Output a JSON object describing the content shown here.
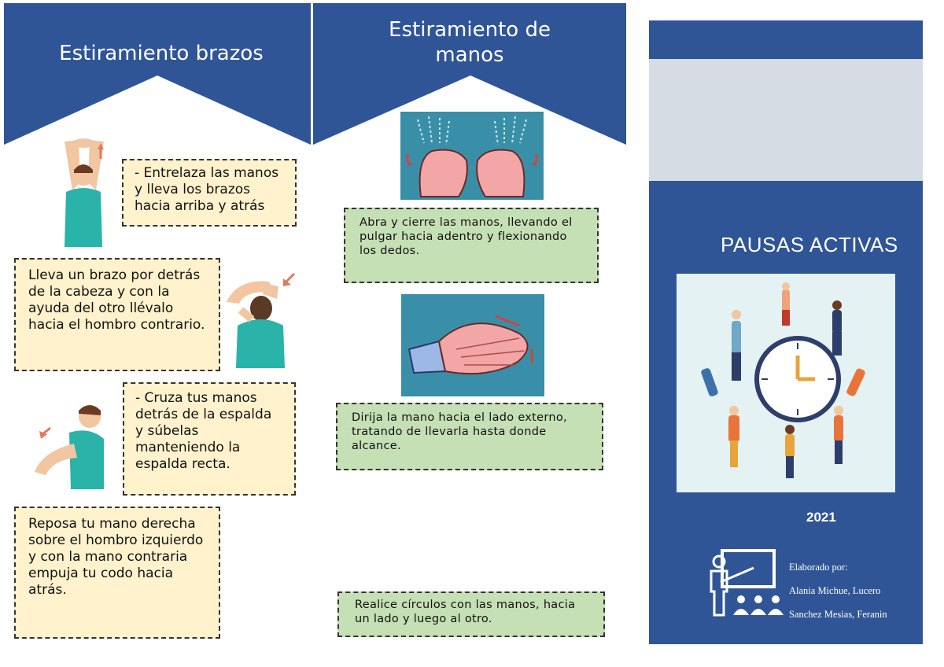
{
  "left_column": {
    "title": "Estiramiento brazos",
    "items": [
      {
        "text": "- Entrelaza las manos y lleva los brazos hacia arriba y atrás"
      },
      {
        "text": "Lleva un brazo por detrás de la cabeza y con la ayuda del otro llévalo hacia el hombro contrario."
      },
      {
        "text": "- Cruza tus manos detrás de la espalda y súbelas manteniendo la espalda recta."
      },
      {
        "text": "Reposa tu mano derecha sobre el hombro izquierdo y con la mano contraria empuja tu codo hacia atrás."
      }
    ]
  },
  "middle_column": {
    "title_line1": "Estiramiento de",
    "title_line2": "manos",
    "items": [
      {
        "text": "Abra y cierre las manos, llevando el pulgar hacia adentro y flexionando los dedos."
      },
      {
        "text": "Dirija la mano hacia el lado externo, tratando de llevarla hasta donde alcance."
      },
      {
        "text": "Realice círculos con las manos, hacia un lado y luego al otro."
      }
    ]
  },
  "cover": {
    "title": "PAUSAS ACTIVAS",
    "year": "2021",
    "credit_label": "Elaborado por:",
    "authors": [
      "Alania Michue, Lucero",
      "Sanchez Mesias, Feranin"
    ]
  },
  "colors": {
    "navy": "#2f5597",
    "band": "#d6dce4",
    "cream": "#fff2cc",
    "green": "#c5e0b4",
    "teal": "#2ab3a8"
  },
  "icons": [
    "arms-stretch-figure",
    "neck-stretch-figure",
    "back-stretch-figure",
    "hand-fist-illustration",
    "wrist-stretch-illustration",
    "clock-exercise-illustration",
    "teacher-icon"
  ]
}
